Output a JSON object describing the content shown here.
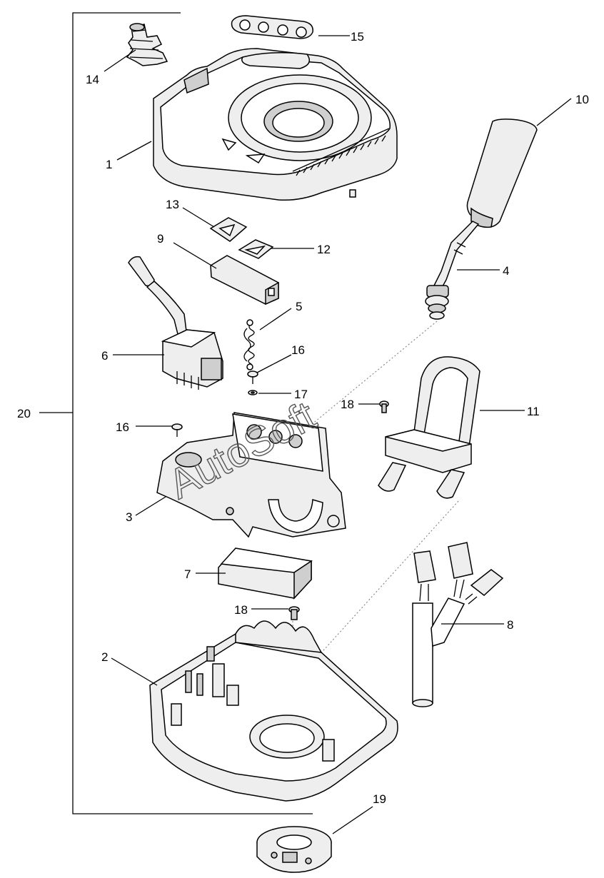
{
  "labels": {
    "p1": "1",
    "p2": "2",
    "p3": "3",
    "p4": "4",
    "p5": "5",
    "p6": "6",
    "p7": "7",
    "p8": "8",
    "p9": "9",
    "p10": "10",
    "p11": "11",
    "p12": "12",
    "p13": "13",
    "p14": "14",
    "p15": "15",
    "p16a": "16",
    "p16b": "16",
    "p17": "17",
    "p18a": "18",
    "p18b": "18",
    "p19": "19",
    "p20": "20"
  },
  "watermark": "AutoSoft",
  "colors": {
    "line": "#000000",
    "fill": "#eeeeee",
    "shade": "#cfcfcf"
  }
}
